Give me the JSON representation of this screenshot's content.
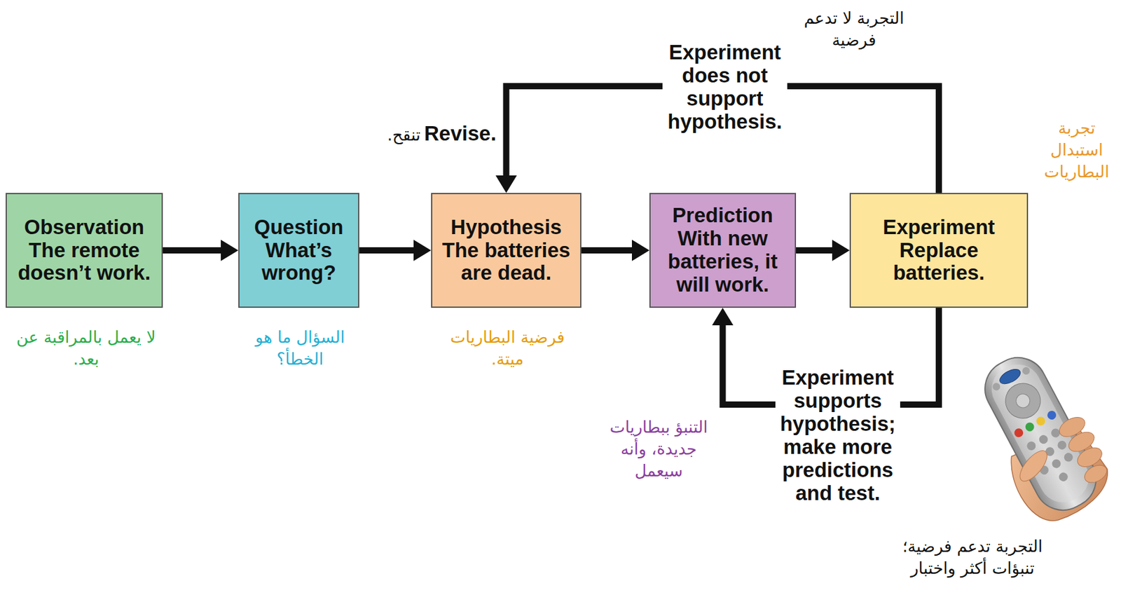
{
  "diagram": {
    "nodes": [
      {
        "text": [
          "Observation The remote doesn’t work.",
          "لا يعمل بالمراقبة عن بعد."
        ]
      },
      {
        "text": [
          "Question What’s wrong?",
          "السؤال ما هو الخطأ؟"
        ]
      },
      {
        "text": [
          "Hypothesis The batteries are dead.",
          "فرضية البطاريات ميتة."
        ]
      },
      {
        "text": [
          "Prediction With new batteries, it will work.",
          "التنبؤ ببطاريات جديدة، وأنه سيعمل"
        ]
      },
      {
        "text": [
          "Experiment Replace batteries.",
          "تجربة استبدال البطاريات"
        ]
      }
    ],
    "edges": [
      {
        "from": 0,
        "to": 1,
        "arrow": "to"
      },
      {
        "from": 1,
        "to": 2,
        "arrow": "to"
      },
      {
        "from": 2,
        "to": 3,
        "arrow": "to"
      },
      {
        "from": 3,
        "to": 4,
        "arrow": "to"
      },
      {
        "from": 4,
        "to": 2,
        "arrow": "to",
        "label": "Experiment does not support hypothesis."
      },
      {
        "from": 4,
        "to": 3,
        "arrow": "to",
        "label": "Experiment supports hypothesis; make more predictions and test."
      }
    ],
    "labels": [
      "التجربة لا تدعم فرضية",
      "تنقح.",
      "Revise.",
      "التجربة تدعم فرضية؛ تنبؤات أكثر واختبار"
    ]
  }
}
